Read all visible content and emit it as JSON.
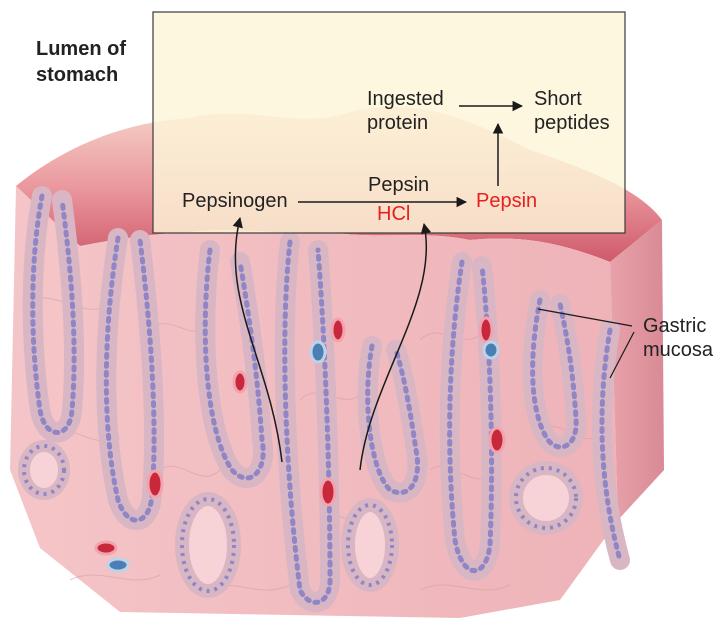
{
  "labels": {
    "lumen_line1": "Lumen of",
    "lumen_line2": "stomach",
    "ingested_line1": "Ingested",
    "ingested_line2": "protein",
    "short_line1": "Short",
    "short_line2": "peptides",
    "pepsinogen": "Pepsinogen",
    "pepsin_above": "Pepsin",
    "hcl": "HCl",
    "pepsin_product": "Pepsin",
    "gastric_line1": "Gastric",
    "gastric_line2": "mucosa"
  },
  "colors": {
    "box_fill": "#fdf5d8",
    "tissue": "#f1bfc2",
    "surface": "#e78890",
    "pit_lining": "#d9b6c4",
    "nuclei": "#8f86c6",
    "highlight_text": "#e8201e",
    "blood_vessel_red": "#c8283c",
    "blood_vessel_blue": "#4b7fb3"
  }
}
